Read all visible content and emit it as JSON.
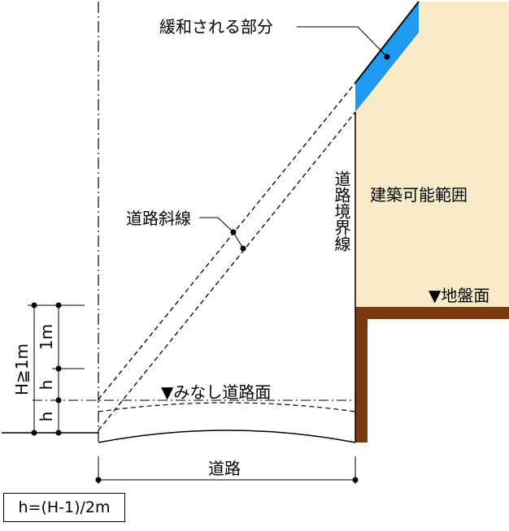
{
  "labels": {
    "relaxed_part": "緩和される部分",
    "road_slant_line": "道路斜線",
    "road_boundary_line": "道路境界線",
    "buildable_range": "建築可能範囲",
    "ground_level": "▼地盤面",
    "assumed_road_level": "▼みなし道路面",
    "road": "道路",
    "h_upper": "h",
    "h_lower": "h",
    "one_m": "1m",
    "H_condition": "H≧1m",
    "formula": "h=(H-1)/2m"
  },
  "colors": {
    "buildable_area": "#FAEBC8",
    "relaxed_area": "#1E9BF0",
    "ground_wall": "#7A3A10",
    "line": "#000000"
  }
}
